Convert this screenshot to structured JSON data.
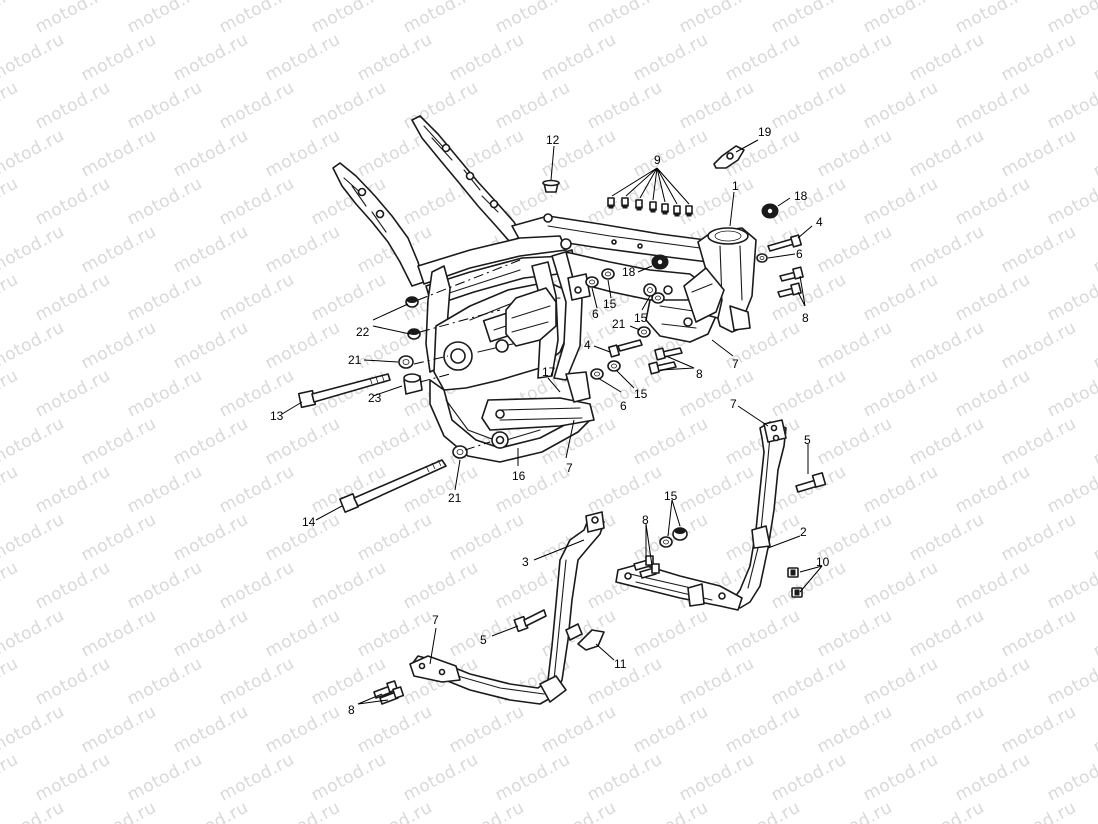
{
  "watermark_text": "motod.ru",
  "callouts": [
    {
      "key": "c1",
      "label": "1"
    },
    {
      "key": "c2",
      "label": "2"
    },
    {
      "key": "c3",
      "label": "3"
    },
    {
      "key": "c4a",
      "label": "4"
    },
    {
      "key": "c4b",
      "label": "4"
    },
    {
      "key": "c5a",
      "label": "5"
    },
    {
      "key": "c5b",
      "label": "5"
    },
    {
      "key": "c6a",
      "label": "6"
    },
    {
      "key": "c6b",
      "label": "6"
    },
    {
      "key": "c6c",
      "label": "6"
    },
    {
      "key": "c7a",
      "label": "7"
    },
    {
      "key": "c7b",
      "label": "7"
    },
    {
      "key": "c7c",
      "label": "7"
    },
    {
      "key": "c7d",
      "label": "7"
    },
    {
      "key": "c8a",
      "label": "8"
    },
    {
      "key": "c8b",
      "label": "8"
    },
    {
      "key": "c8c",
      "label": "8"
    },
    {
      "key": "c8d",
      "label": "8"
    },
    {
      "key": "c9",
      "label": "9"
    },
    {
      "key": "c10",
      "label": "10"
    },
    {
      "key": "c11",
      "label": "11"
    },
    {
      "key": "c12",
      "label": "12"
    },
    {
      "key": "c13",
      "label": "13"
    },
    {
      "key": "c14",
      "label": "14"
    },
    {
      "key": "c15a",
      "label": "15"
    },
    {
      "key": "c15b",
      "label": "15"
    },
    {
      "key": "c15c",
      "label": "15"
    },
    {
      "key": "c15d",
      "label": "15"
    },
    {
      "key": "c16",
      "label": "16"
    },
    {
      "key": "c17",
      "label": "17"
    },
    {
      "key": "c18a",
      "label": "18"
    },
    {
      "key": "c18b",
      "label": "18"
    },
    {
      "key": "c19",
      "label": "19"
    },
    {
      "key": "c21a",
      "label": "21"
    },
    {
      "key": "c21b",
      "label": "21"
    },
    {
      "key": "c21c",
      "label": "21"
    },
    {
      "key": "c22",
      "label": "22"
    },
    {
      "key": "c23",
      "label": "23"
    }
  ]
}
